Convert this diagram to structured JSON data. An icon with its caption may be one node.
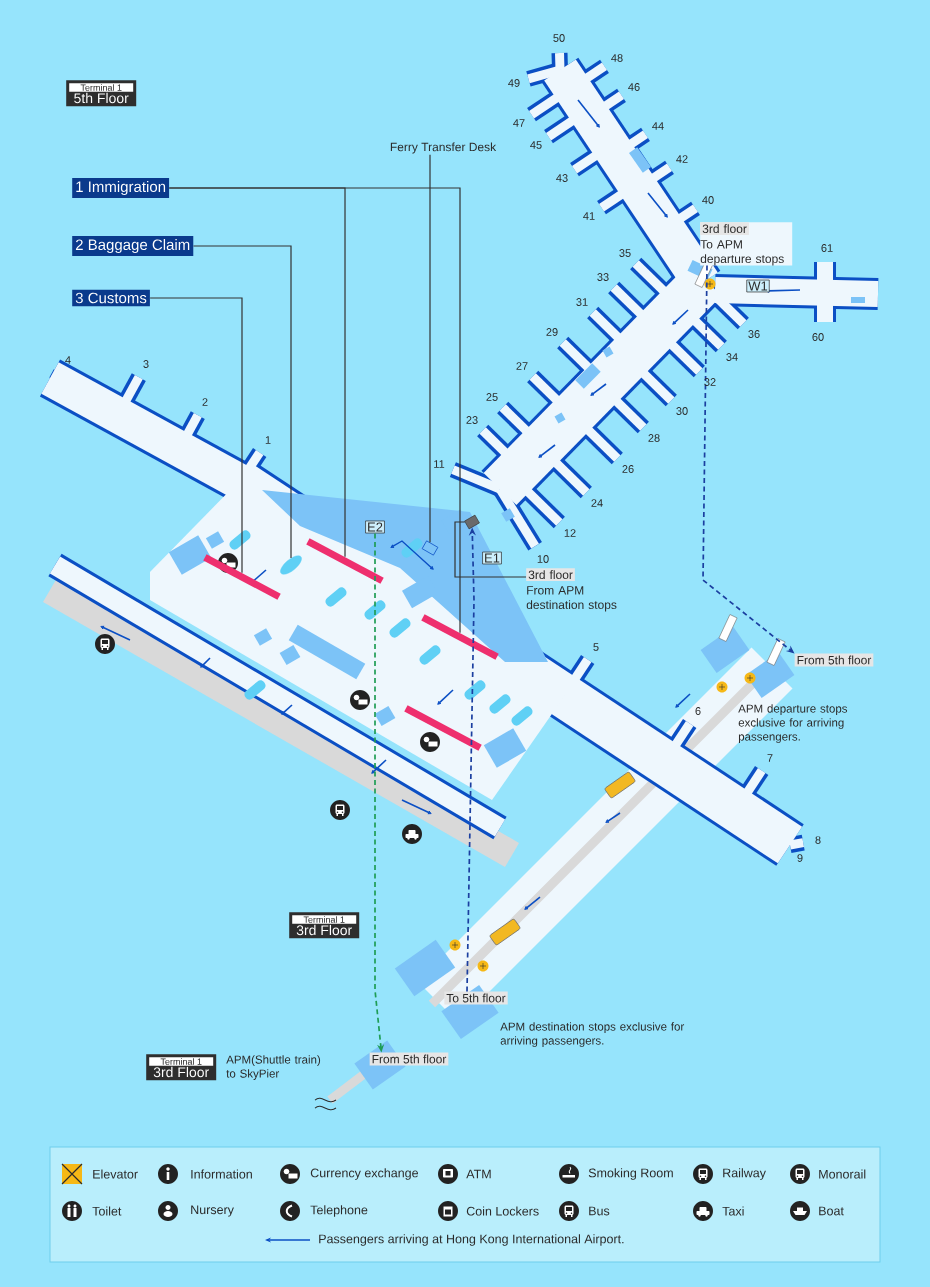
{
  "diagram": {
    "nodes": [
      {
        "text": [
          "Terminal 1",
          "5th Floor"
        ]
      },
      {
        "text": [
          "1 Immigration"
        ]
      },
      {
        "text": [
          "2 Baggage Claim"
        ]
      },
      {
        "text": [
          "3 Customs"
        ]
      },
      {
        "text": [
          "Ferry Transfer Desk"
        ]
      },
      {
        "text": [],
        "shape": "bar"
      },
      {
        "text": [],
        "shape": "oval"
      },
      {
        "text": [],
        "shape": "bar"
      },
      {
        "text": [],
        "shape": "box"
      },
      {
        "text": [],
        "shape": "bar"
      },
      {
        "text": [
          "E2"
        ]
      },
      {
        "text": [
          "E1"
        ]
      },
      {
        "text": [
          "3rd floor",
          "From APM destination stops"
        ]
      },
      {
        "text": [],
        "shape": "picture"
      },
      {
        "text": [
          "3rd floor",
          "To APM departure stops"
        ]
      },
      {
        "text": [
          "W1"
        ]
      },
      {
        "text": [
          "From 5th floor"
        ]
      },
      {
        "text": [
          "Terminal 1",
          "3rd Floor"
        ]
      },
      {
        "text": [
          "To 5th floor"
        ]
      },
      {
        "text": [
          "From 5th floor"
        ]
      },
      {
        "text": [
          "Terminal 1",
          "3rd Floor"
        ]
      },
      {
        "text": [],
        "shape": "bar"
      },
      {
        "text": [],
        "shape": "block"
      }
    ],
    "edges": [
      {
        "from": 1,
        "to": 7,
        "arrow": "none"
      },
      {
        "from": 1,
        "to": 9,
        "arrow": "none"
      },
      {
        "from": 2,
        "to": 6,
        "arrow": "none"
      },
      {
        "from": 3,
        "to": 5,
        "arrow": "none"
      },
      {
        "from": 4,
        "to": 8,
        "arrow": "none"
      },
      {
        "from": 12,
        "to": 13,
        "arrow": "none"
      },
      {
        "from": 14,
        "to": 16,
        "arrow": "to",
        "style": "dashed",
        "color": "#1b3fa0"
      },
      {
        "from": 18,
        "to": 13,
        "arrow": "to",
        "style": "dashed",
        "color": "#1b3fa0"
      },
      {
        "from": 10,
        "to": 19,
        "arrow": "to",
        "style": "dashed",
        "color": "#1f9d55"
      }
    ],
    "labels": [
      "50",
      "48",
      "49",
      "46",
      "47",
      "44",
      "45",
      "42",
      "43",
      "40",
      "41",
      "61",
      "35",
      "33",
      "31",
      "29",
      "36",
      "60",
      "34",
      "4",
      "3",
      "27",
      "32",
      "25",
      "2",
      "30",
      "23",
      "28",
      "1",
      "11",
      "26",
      "24",
      "12",
      "10",
      "5",
      "6",
      "7",
      "8",
      "9",
      "APM departure stops exclusive for arriving passengers.",
      "APM destination stops exclusive for arriving passengers.",
      "APM(Shuttle train) to SkyPier"
    ],
    "legend": [
      {
        "text": "Elevator"
      },
      {
        "text": "Information"
      },
      {
        "text": "Currency exchange"
      },
      {
        "text": "ATM"
      },
      {
        "text": "Smoking Room"
      },
      {
        "text": "Railway"
      },
      {
        "text": "Monorail"
      },
      {
        "text": "Toilet"
      },
      {
        "text": "Nursery"
      },
      {
        "text": "Telephone"
      },
      {
        "text": "Coin Lockers"
      },
      {
        "text": "Bus"
      },
      {
        "text": "Taxi"
      },
      {
        "text": "Boat"
      },
      {
        "text": "Passengers arriving at Hong Kong International Airport."
      }
    ]
  }
}
